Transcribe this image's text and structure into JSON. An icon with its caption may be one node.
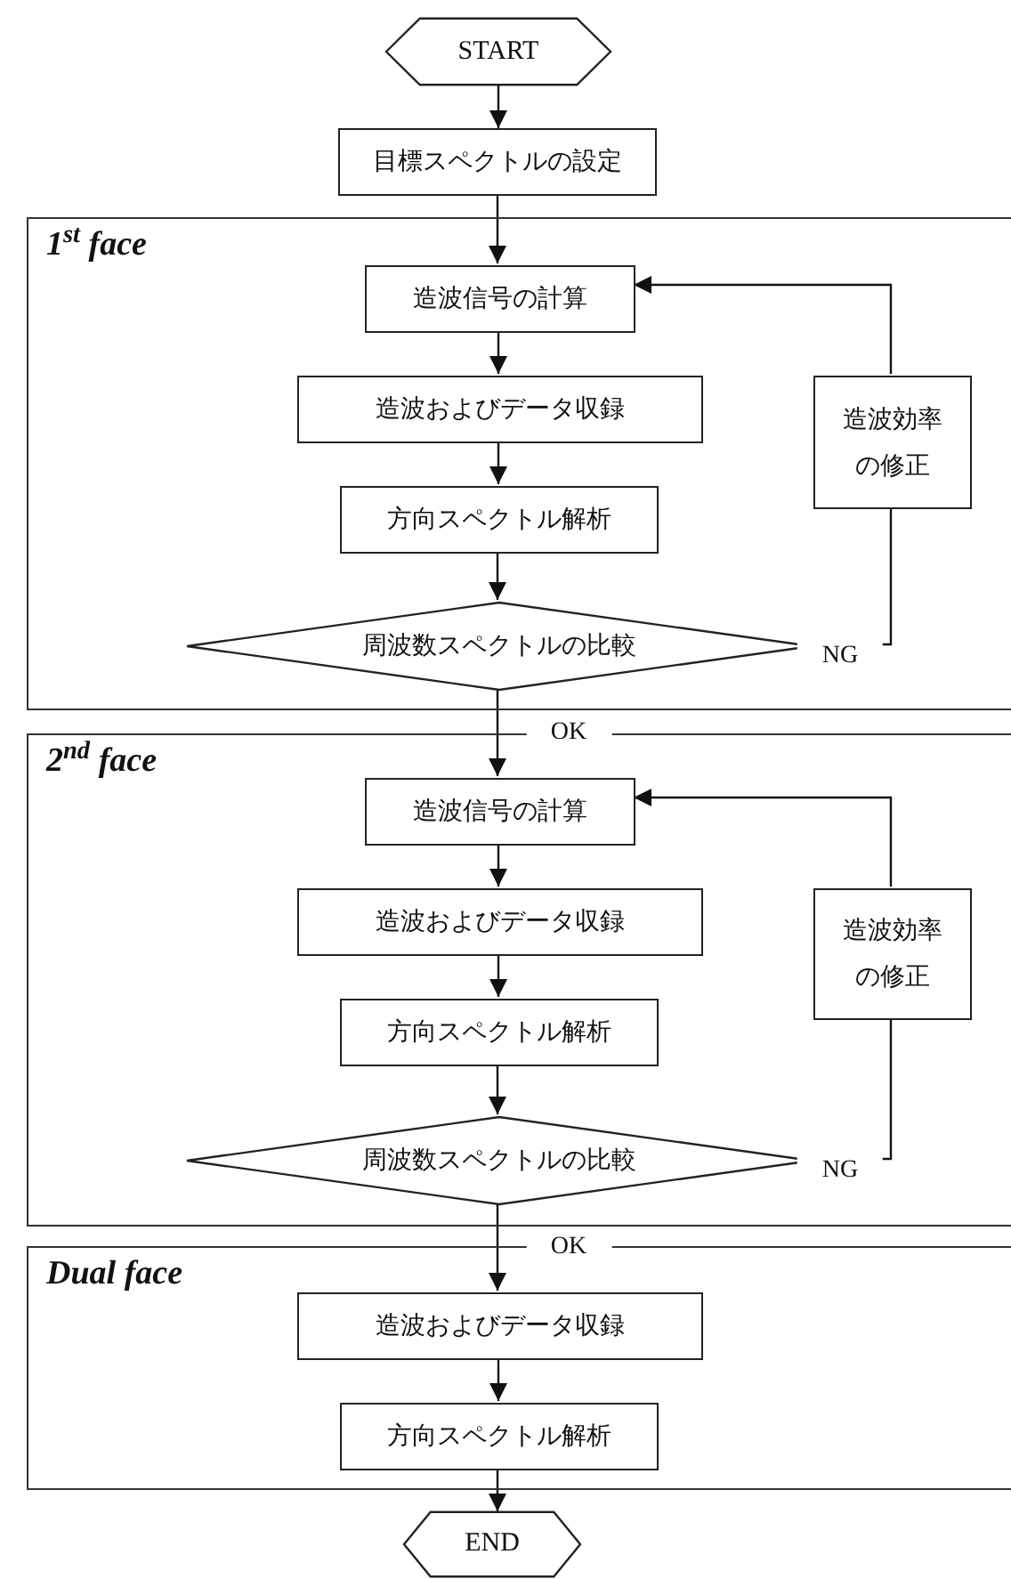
{
  "diagram": {
    "nodes": [
      {
        "text": [
          "START"
        ]
      },
      {
        "text": [
          "目標スペクトルの設定"
        ]
      },
      {
        "text": [
          "1$^{st}$ face"
        ]
      },
      {
        "text": [
          "造波信号の計算"
        ],
        "in": 2
      },
      {
        "text": [
          "造波およびデータ収録"
        ],
        "in": 2
      },
      {
        "text": [
          "方向スペクトル解析"
        ],
        "in": 2
      },
      {
        "text": [
          "周波数スペクトルの比較"
        ],
        "in": 2
      },
      {
        "text": [
          "造波効率の修正"
        ],
        "in": 2
      },
      {
        "text": [
          "2$^{nd}$ face"
        ]
      },
      {
        "text": [
          "造波信号の計算"
        ],
        "in": 8
      },
      {
        "text": [
          "造波およびデータ収録"
        ],
        "in": 8
      },
      {
        "text": [
          "方向スペクトル解析"
        ],
        "in": 8
      },
      {
        "text": [
          "周波数スペクトルの比較"
        ],
        "in": 8
      },
      {
        "text": [
          "造波効率の修正"
        ],
        "in": 8
      },
      {
        "text": [
          "Dual face"
        ]
      },
      {
        "text": [
          "造波およびデータ収録"
        ],
        "in": 14
      },
      {
        "text": [
          "方向スペクトル解析"
        ],
        "in": 14
      },
      {
        "text": [
          "END"
        ]
      }
    ],
    "edges": [
      {
        "from": 0,
        "to": 1,
        "arrow": "to"
      },
      {
        "from": 1,
        "to": 3,
        "arrow": "to"
      },
      {
        "from": 3,
        "to": 4,
        "arrow": "to"
      },
      {
        "from": 4,
        "to": 5,
        "arrow": "to"
      },
      {
        "from": 5,
        "to": 6,
        "arrow": "to"
      },
      {
        "from": 6,
        "to": 7,
        "arrow": "none",
        "label": "NG"
      },
      {
        "from": 7,
        "to": 3,
        "arrow": "to"
      },
      {
        "from": 6,
        "to": 9,
        "arrow": "to",
        "label": "OK"
      },
      {
        "from": 9,
        "to": 10,
        "arrow": "to"
      },
      {
        "from": 10,
        "to": 11,
        "arrow": "to"
      },
      {
        "from": 11,
        "to": 12,
        "arrow": "to"
      },
      {
        "from": 12,
        "to": 13,
        "arrow": "none",
        "label": "NG"
      },
      {
        "from": 13,
        "to": 9,
        "arrow": "to"
      },
      {
        "from": 12,
        "to": 15,
        "arrow": "to",
        "label": "OK"
      },
      {
        "from": 15,
        "to": 16,
        "arrow": "to"
      },
      {
        "from": 16,
        "to": 17,
        "arrow": "to"
      }
    ]
  }
}
